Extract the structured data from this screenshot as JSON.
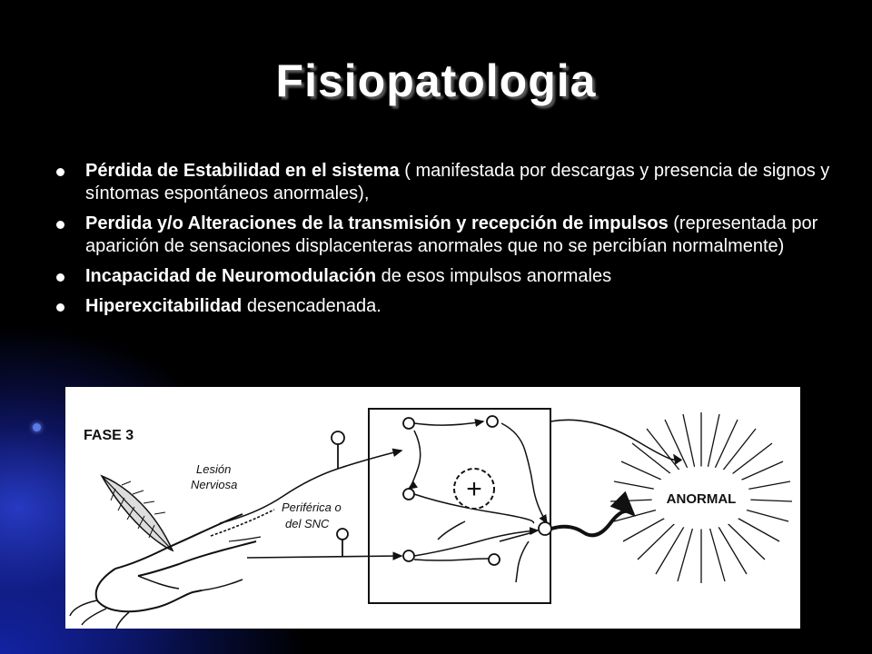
{
  "slide": {
    "title": "Fisiopatologia",
    "bullets": [
      {
        "bold": "Pérdida de Estabilidad en el sistema",
        "rest": " ( manifestada por descargas y presencia de signos y síntomas espontáneos anormales),"
      },
      {
        "bold": "Perdida y/o Alteraciones de la transmisión y recepción de impulsos",
        "rest": " (representada por aparición de sensaciones displacenteras anormales que no se percibían normalmente)"
      },
      {
        "bold": "Incapacidad de Neuromodulación",
        "rest": " de esos impulsos anormales"
      },
      {
        "bold": "Hiperexcitabilidad",
        "rest": " desencadenada."
      }
    ]
  },
  "figure": {
    "phase_label": "FASE 3",
    "lesion_label_1": "Lesión",
    "lesion_label_2": "Nerviosa",
    "location_label_1": "Periférica o",
    "location_label_2": "del SNC",
    "plus_symbol": "+",
    "abnormal_label": "ANORMAL"
  }
}
